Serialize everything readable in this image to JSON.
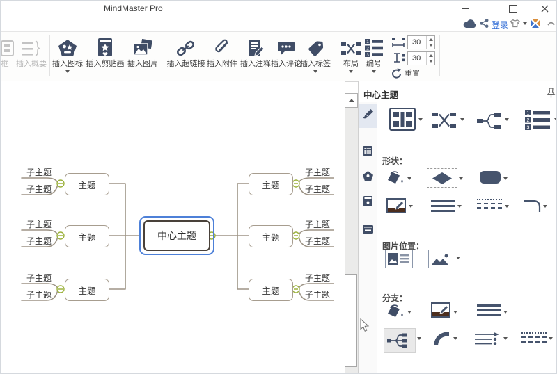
{
  "window": {
    "title": "MindMaster Pro"
  },
  "account": {
    "login": "登录"
  },
  "ribbon": {
    "disabled": [
      {
        "label": "框"
      },
      {
        "label": "插入概要"
      }
    ],
    "insert_group": [
      {
        "label": "插入图标"
      },
      {
        "label": "插入剪贴画"
      },
      {
        "label": "插入图片"
      }
    ],
    "attach_group": [
      {
        "label": "插入超链接"
      },
      {
        "label": "插入附件"
      },
      {
        "label": "插入注释"
      },
      {
        "label": "插入评论"
      },
      {
        "label": "插入标签"
      }
    ],
    "layout_group": [
      {
        "label": "布局"
      },
      {
        "label": "编号"
      }
    ],
    "spacing": {
      "h": "30",
      "v": "30",
      "reset": "重置"
    }
  },
  "canvas": {
    "central": "中心主题",
    "topics": [
      {
        "label": "主题"
      },
      {
        "label": "主题"
      },
      {
        "label": "主题"
      },
      {
        "label": "主题"
      },
      {
        "label": "主题"
      },
      {
        "label": "主题"
      }
    ],
    "subtopics": [
      {
        "label": "子主题"
      },
      {
        "label": "子主题"
      },
      {
        "label": "子主题"
      },
      {
        "label": "子主题"
      },
      {
        "label": "子主题"
      },
      {
        "label": "子主题"
      },
      {
        "label": "子主题"
      },
      {
        "label": "子主题"
      },
      {
        "label": "子主题"
      },
      {
        "label": "子主题"
      },
      {
        "label": "子主题"
      },
      {
        "label": "子主题"
      }
    ]
  },
  "panel": {
    "title": "中心主题",
    "shape_label": "形状：",
    "image_label": "图片位置：",
    "branch_label": "分支："
  }
}
